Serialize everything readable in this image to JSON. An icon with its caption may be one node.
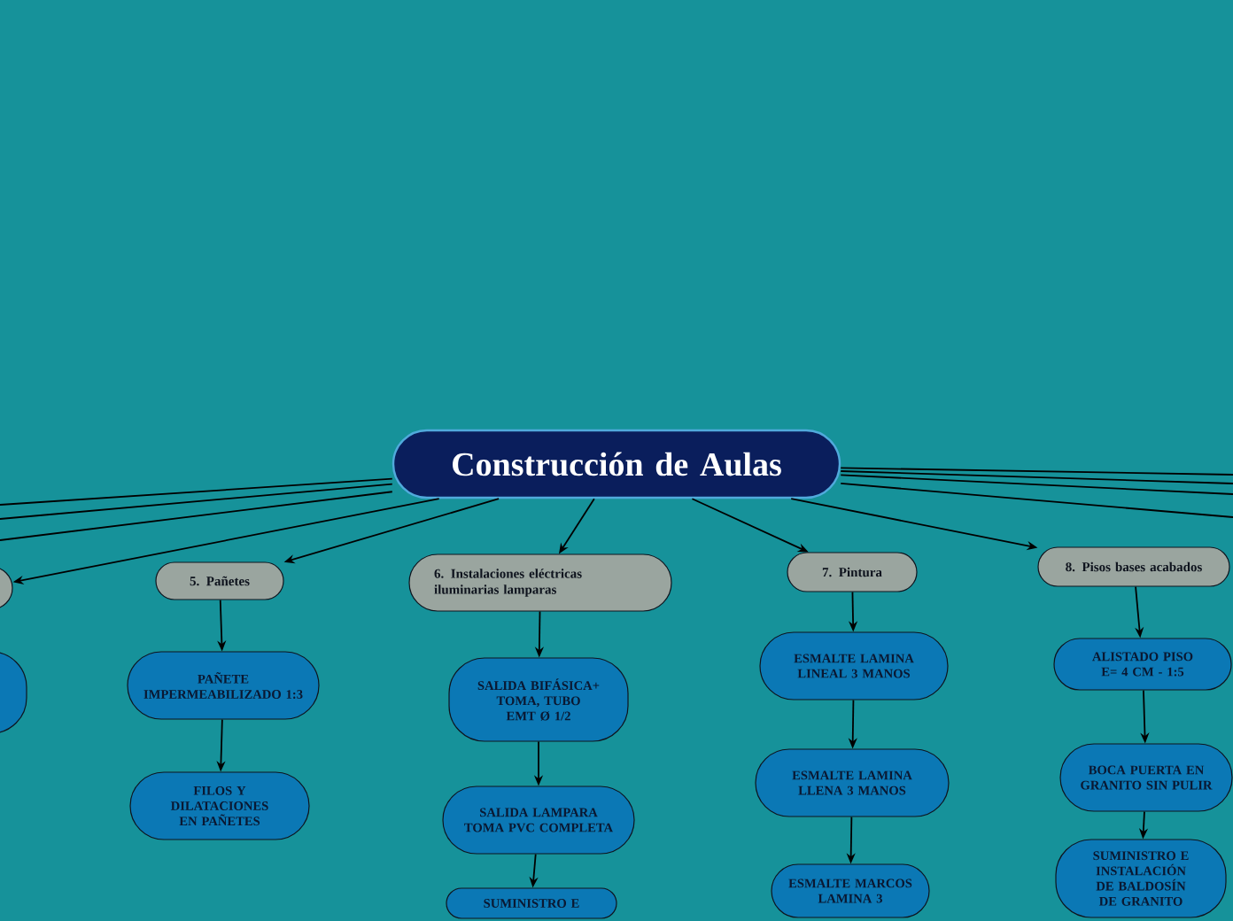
{
  "diagram": {
    "nodes": [
      {
        "text": [
          "Construcción de Aulas"
        ]
      },
      {
        "text": [],
        "shape": "box"
      },
      {
        "text": [],
        "shape": "box"
      },
      {
        "text": [
          "5. Pañetes"
        ]
      },
      {
        "text": [
          "PAÑETE IMPERMEABILIZADO 1:3"
        ]
      },
      {
        "text": [
          "FILOS Y DILATACIONES EN PAÑETES"
        ]
      },
      {
        "text": [
          "6. Instalaciones eléctricas iluminarias lamparas"
        ]
      },
      {
        "text": [
          "SALIDA BIFÁSICA+ TOMA, TUBO EMT Ø 1/2"
        ]
      },
      {
        "text": [
          "SALIDA LAMPARA TOMA PVC COMPLETA"
        ]
      },
      {
        "text": [
          "SUMINISTRO E"
        ]
      },
      {
        "text": [
          "7. Pintura"
        ]
      },
      {
        "text": [
          "ESMALTE LAMINA LINEAL 3 MANOS"
        ]
      },
      {
        "text": [
          "ESMALTE LAMINA LLENA 3 MANOS"
        ]
      },
      {
        "text": [
          "ESMALTE MARCOS LAMINA 3"
        ]
      },
      {
        "text": [
          "8. Pisos bases acabados"
        ]
      },
      {
        "text": [
          "ALISTADO PISO E= 4 CM - 1:5"
        ]
      },
      {
        "text": [
          "BOCA PUERTA EN GRANITO SIN PULIR"
        ]
      },
      {
        "text": [
          "SUMINISTRO E INSTALACIÓN DE BALDOSÍN DE GRANITO"
        ]
      }
    ],
    "edges": [
      {
        "from": 0,
        "to": 1,
        "arrow": "to"
      },
      {
        "from": 0,
        "to": 3,
        "arrow": "to"
      },
      {
        "from": 0,
        "to": 6,
        "arrow": "to"
      },
      {
        "from": 0,
        "to": 10,
        "arrow": "to"
      },
      {
        "from": 0,
        "to": 14,
        "arrow": "to"
      },
      {
        "from": 0,
        "to": null,
        "arrow": "none"
      },
      {
        "from": 0,
        "to": null,
        "arrow": "none"
      },
      {
        "from": 0,
        "to": null,
        "arrow": "none"
      },
      {
        "from": 0,
        "to": null,
        "arrow": "none"
      },
      {
        "from": 0,
        "to": null,
        "arrow": "none"
      },
      {
        "from": 0,
        "to": null,
        "arrow": "none"
      },
      {
        "from": 0,
        "to": null,
        "arrow": "none"
      },
      {
        "from": 3,
        "to": 4,
        "arrow": "to"
      },
      {
        "from": 4,
        "to": 5,
        "arrow": "to"
      },
      {
        "from": 6,
        "to": 7,
        "arrow": "to"
      },
      {
        "from": 7,
        "to": 8,
        "arrow": "to"
      },
      {
        "from": 8,
        "to": 9,
        "arrow": "to"
      },
      {
        "from": 10,
        "to": 11,
        "arrow": "to"
      },
      {
        "from": 11,
        "to": 12,
        "arrow": "to"
      },
      {
        "from": 12,
        "to": 13,
        "arrow": "to"
      },
      {
        "from": 14,
        "to": 15,
        "arrow": "to"
      },
      {
        "from": 15,
        "to": 16,
        "arrow": "to"
      },
      {
        "from": 16,
        "to": 17,
        "arrow": "to"
      }
    ]
  }
}
